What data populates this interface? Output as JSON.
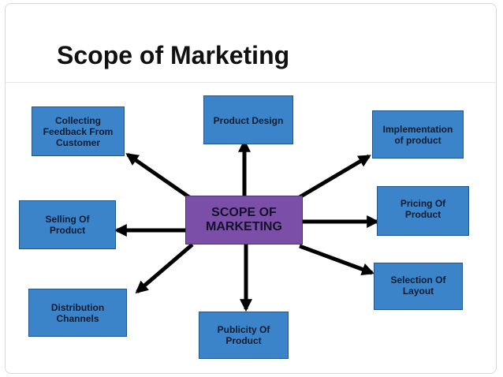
{
  "slide": {
    "title": "Scope of Marketing"
  },
  "diagram": {
    "center": "SCOPE OF\nMARKETING",
    "nodes": {
      "product_design": "Product Design",
      "collecting_feedback": "Collecting\nFeedback From\nCustomer",
      "implementation": "Implementation\nof product",
      "selling": "Selling Of\nProduct",
      "pricing": "Pricing Of\nProduct",
      "selection": "Selection Of\nLayout",
      "distribution": "Distribution\nChannels",
      "publicity": "Publicity Of\nProduct"
    }
  },
  "colors": {
    "node_fill": "#3b84c9",
    "center_fill": "#7b4fa8",
    "arrow": "#000000"
  }
}
